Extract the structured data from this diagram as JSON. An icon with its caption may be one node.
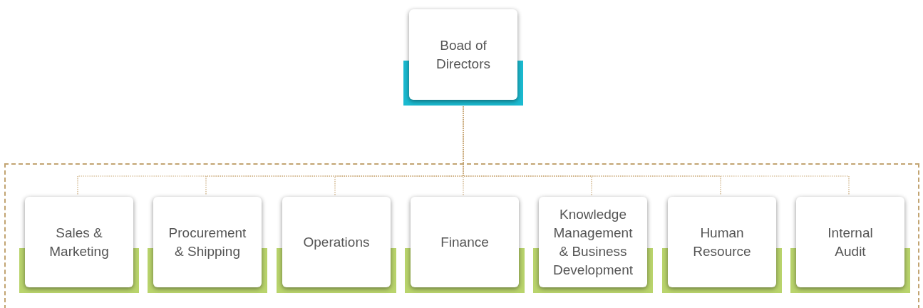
{
  "diagram": {
    "nodes": [
      {
        "text": [
          "Boad of Directors"
        ]
      },
      {
        "text": [],
        "shape": "box"
      },
      {
        "text": [
          "Sales & Marketing"
        ],
        "in": 1
      },
      {
        "text": [
          "Procurement & Shipping"
        ],
        "in": 1
      },
      {
        "text": [
          "Operations"
        ],
        "in": 1
      },
      {
        "text": [
          "Finance"
        ],
        "in": 1
      },
      {
        "text": [
          "Knowledge Management & Business Development"
        ],
        "in": 1
      },
      {
        "text": [
          "Human Resource"
        ],
        "in": 1
      },
      {
        "text": [
          "Internal Audit"
        ],
        "in": 1
      }
    ],
    "edges": [
      {
        "from": 0,
        "to": 2,
        "arrow": "none"
      },
      {
        "from": 0,
        "to": 3,
        "arrow": "none"
      },
      {
        "from": 0,
        "to": 4,
        "arrow": "none"
      },
      {
        "from": 0,
        "to": 5,
        "arrow": "none"
      },
      {
        "from": 0,
        "to": 6,
        "arrow": "none"
      },
      {
        "from": 0,
        "to": 7,
        "arrow": "none"
      },
      {
        "from": 0,
        "to": 8,
        "arrow": "none"
      }
    ]
  }
}
